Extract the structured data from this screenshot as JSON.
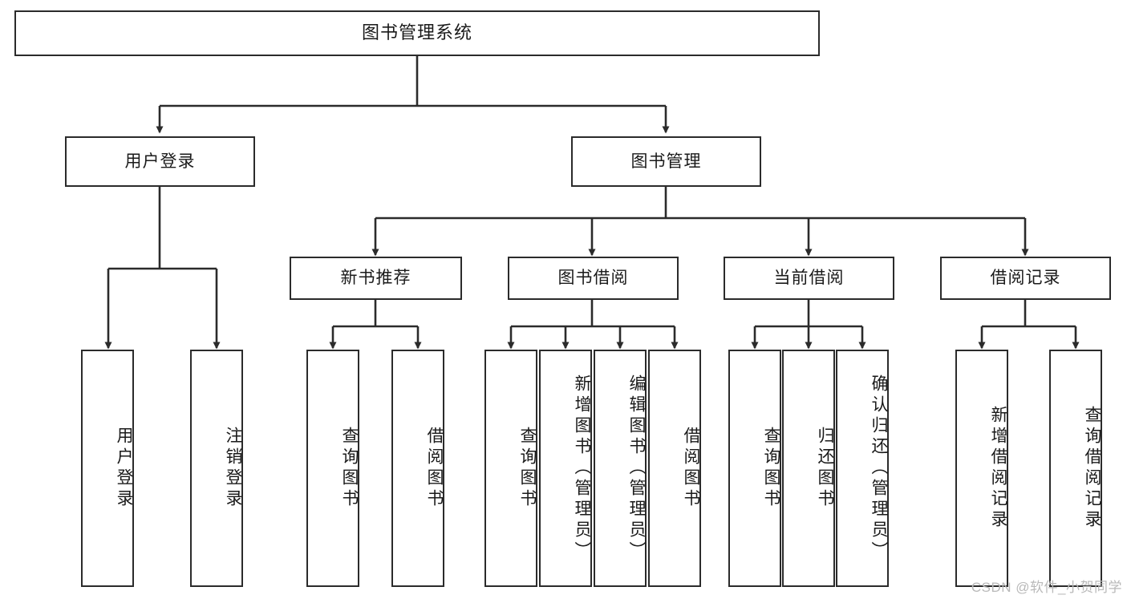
{
  "diagram": {
    "title": "图书管理系统",
    "type": "tree-hierarchy",
    "root": {
      "label": "图书管理系统"
    },
    "level2": [
      {
        "key": "user_login",
        "label": "用户登录"
      },
      {
        "key": "book_manage",
        "label": "图书管理"
      }
    ],
    "level3": [
      {
        "key": "new_book_rec",
        "label": "新书推荐"
      },
      {
        "key": "book_borrow",
        "label": "图书借阅"
      },
      {
        "key": "current_borrow",
        "label": "当前借阅"
      },
      {
        "key": "borrow_record",
        "label": "借阅记录"
      }
    ],
    "leaves": {
      "user_login": [
        {
          "label": "用户登录"
        },
        {
          "label": "注销登录"
        }
      ],
      "new_book_rec": [
        {
          "label": "查询图书"
        },
        {
          "label": "借阅图书"
        }
      ],
      "book_borrow": [
        {
          "label": "查询图书"
        },
        {
          "label": "新增图书（管理员）"
        },
        {
          "label": "编辑图书（管理员）"
        },
        {
          "label": "借阅图书"
        }
      ],
      "current_borrow": [
        {
          "label": "查询图书"
        },
        {
          "label": "归还图书"
        },
        {
          "label": "确认归还（管理员）"
        }
      ],
      "borrow_record": [
        {
          "label": "新增借阅记录"
        },
        {
          "label": "查询借阅记录"
        }
      ]
    },
    "watermark": "CSDN @软件_小贺同学",
    "colors": {
      "stroke": "#2b2b2b",
      "fill": "#ffffff",
      "text": "#1a1a1a",
      "watermark": "#b9b9b9"
    }
  }
}
